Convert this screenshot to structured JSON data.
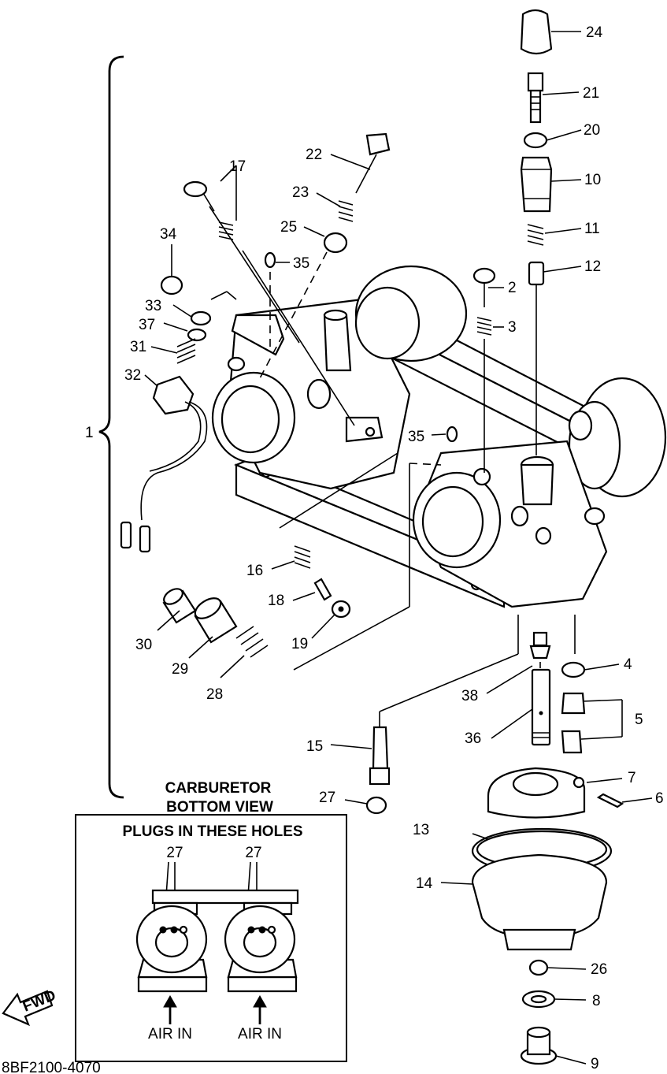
{
  "labels": {
    "p1": "1",
    "p2": "2",
    "p3": "3",
    "p4": "4",
    "p5": "5",
    "p6": "6",
    "p7": "7",
    "p8": "8",
    "p9": "9",
    "p10": "10",
    "p11": "11",
    "p12": "12",
    "p13": "13",
    "p14": "14",
    "p15": "15",
    "p16": "16",
    "p17": "17",
    "p18": "18",
    "p19": "19",
    "p20": "20",
    "p21": "21",
    "p22": "22",
    "p23": "23",
    "p24": "24",
    "p25": "25",
    "p26": "26",
    "p27": "27",
    "p28": "28",
    "p29": "29",
    "p30": "30",
    "p31": "31",
    "p32": "32",
    "p33": "33",
    "p34": "34",
    "p35a": "35",
    "p35b": "35",
    "p36": "36",
    "p37": "37",
    "p38": "38"
  },
  "inset": {
    "caption_line1": "CARBURETOR",
    "caption_line2": "BOTTOM VIEW",
    "header": "PLUGS IN THESE HOLES",
    "plug_label_left": "27",
    "plug_label_right": "27",
    "air_left": "AIR IN",
    "air_right": "AIR IN"
  },
  "fwd_label": "FWD",
  "drawing_code": "8BF2100-4070"
}
